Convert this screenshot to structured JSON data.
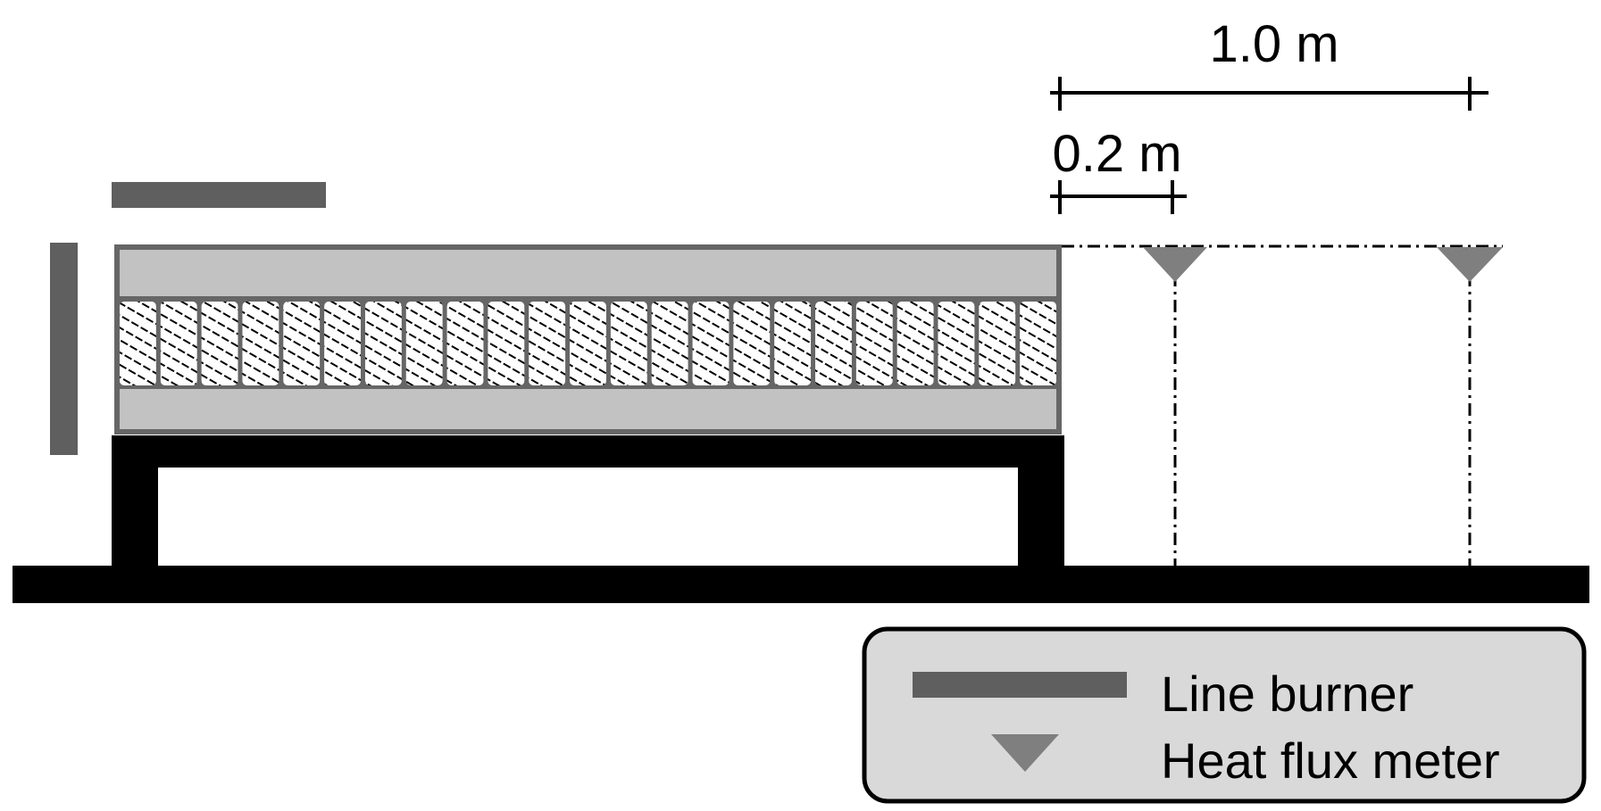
{
  "dimensions": {
    "total_label": "1.0 m",
    "offset_label": "0.2 m"
  },
  "legend": {
    "items": [
      {
        "label": "Line burner",
        "symbol": "bar-icon"
      },
      {
        "label": "Heat flux meter",
        "symbol": "triangle-icon"
      }
    ]
  },
  "specimen": {
    "segment_count": 23
  },
  "colors": {
    "burner": "#5f5f5f",
    "meter": "#7f7f7f",
    "board": "#c2c2c2",
    "frame_border": "#666666",
    "support": "#000000",
    "legend_fill": "#d9d9d9"
  }
}
